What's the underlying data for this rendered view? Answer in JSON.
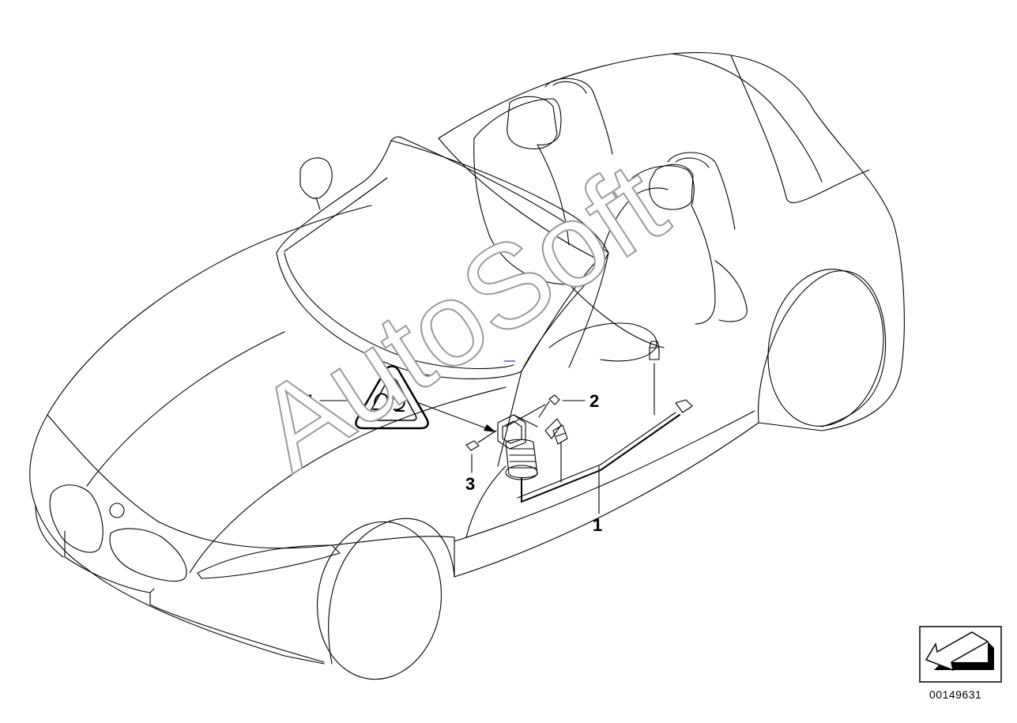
{
  "watermark": "AutoSoft",
  "callouts": [
    {
      "id": "1",
      "label": "1"
    },
    {
      "id": "2",
      "label": "2"
    },
    {
      "id": "3",
      "label": "3"
    },
    {
      "id": "4",
      "label": "4"
    }
  ],
  "document_number": "00149631",
  "icons": {
    "warning": "warning-triangle-icon",
    "navigation": "previous-arrow-icon"
  }
}
